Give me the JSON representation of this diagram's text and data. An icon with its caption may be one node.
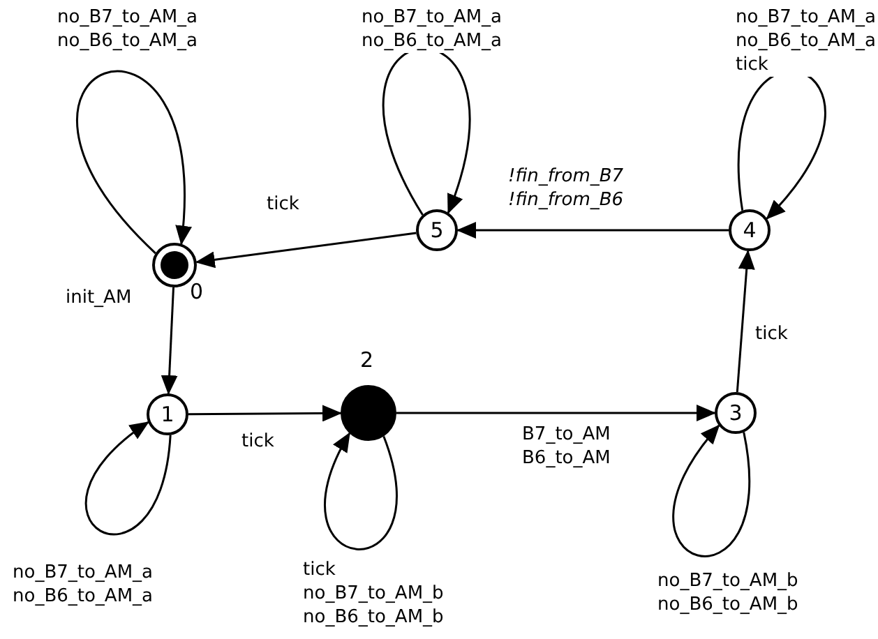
{
  "diagram": {
    "nodes": [
      {
        "text": [],
        "shape": "circle",
        "beside": [
          "0"
        ]
      },
      {
        "text": [
          "5"
        ]
      },
      {
        "text": [
          "4"
        ]
      },
      {
        "text": [
          "1"
        ]
      },
      {
        "text": [],
        "shape": "circle",
        "beside": [
          "2"
        ]
      },
      {
        "text": [
          "3"
        ]
      }
    ],
    "edges": [
      {
        "from": 0,
        "to": 0,
        "arrow": "to",
        "label": "no_B7_to_AM_a no_B6_to_AM_a"
      },
      {
        "from": 1,
        "to": 1,
        "arrow": "to",
        "label": "no_B7_to_AM_a no_B6_to_AM_a"
      },
      {
        "from": 2,
        "to": 2,
        "arrow": "to",
        "label": "no_B7_to_AM_a no_B6_to_AM_a tick"
      },
      {
        "from": 1,
        "to": 0,
        "arrow": "to",
        "label": "tick"
      },
      {
        "from": 2,
        "to": 1,
        "arrow": "to",
        "label": "!fin_from_B7 !fin_from_B6"
      },
      {
        "from": 0,
        "to": 3,
        "arrow": "to",
        "label": "init_AM"
      },
      {
        "from": 3,
        "to": 3,
        "arrow": "to",
        "label": "no_B7_to_AM_a no_B6_to_AM_a"
      },
      {
        "from": 3,
        "to": 4,
        "arrow": "to",
        "label": "tick"
      },
      {
        "from": 4,
        "to": 4,
        "arrow": "to",
        "label": "tick no_B7_to_AM_b no_B6_to_AM_b"
      },
      {
        "from": 4,
        "to": 5,
        "arrow": "to",
        "label": "B7_to_AM B6_to_AM"
      },
      {
        "from": 5,
        "to": 5,
        "arrow": "to",
        "label": "no_B7_to_AM_b no_B6_to_AM_b"
      },
      {
        "from": 5,
        "to": 2,
        "arrow": "to",
        "label": "tick"
      }
    ]
  }
}
